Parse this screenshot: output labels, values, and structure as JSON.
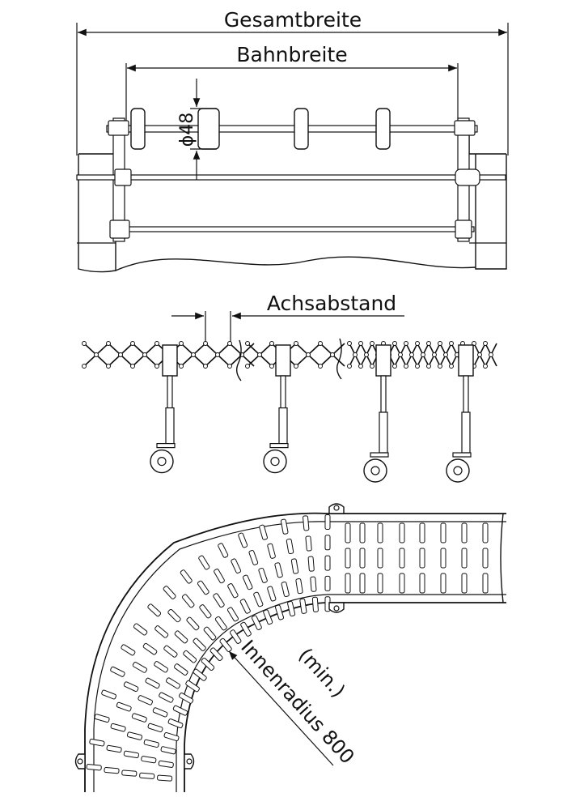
{
  "labels": {
    "overall_width": "Gesamtbreite",
    "track_width": "Bahnbreite",
    "roller_diameter": "ϕ48",
    "axle_spacing": "Achsabstand",
    "min_note": "(min.)",
    "inner_radius": "Innenradius 800"
  },
  "colors": {
    "line": "#111111",
    "background": "#ffffff"
  }
}
